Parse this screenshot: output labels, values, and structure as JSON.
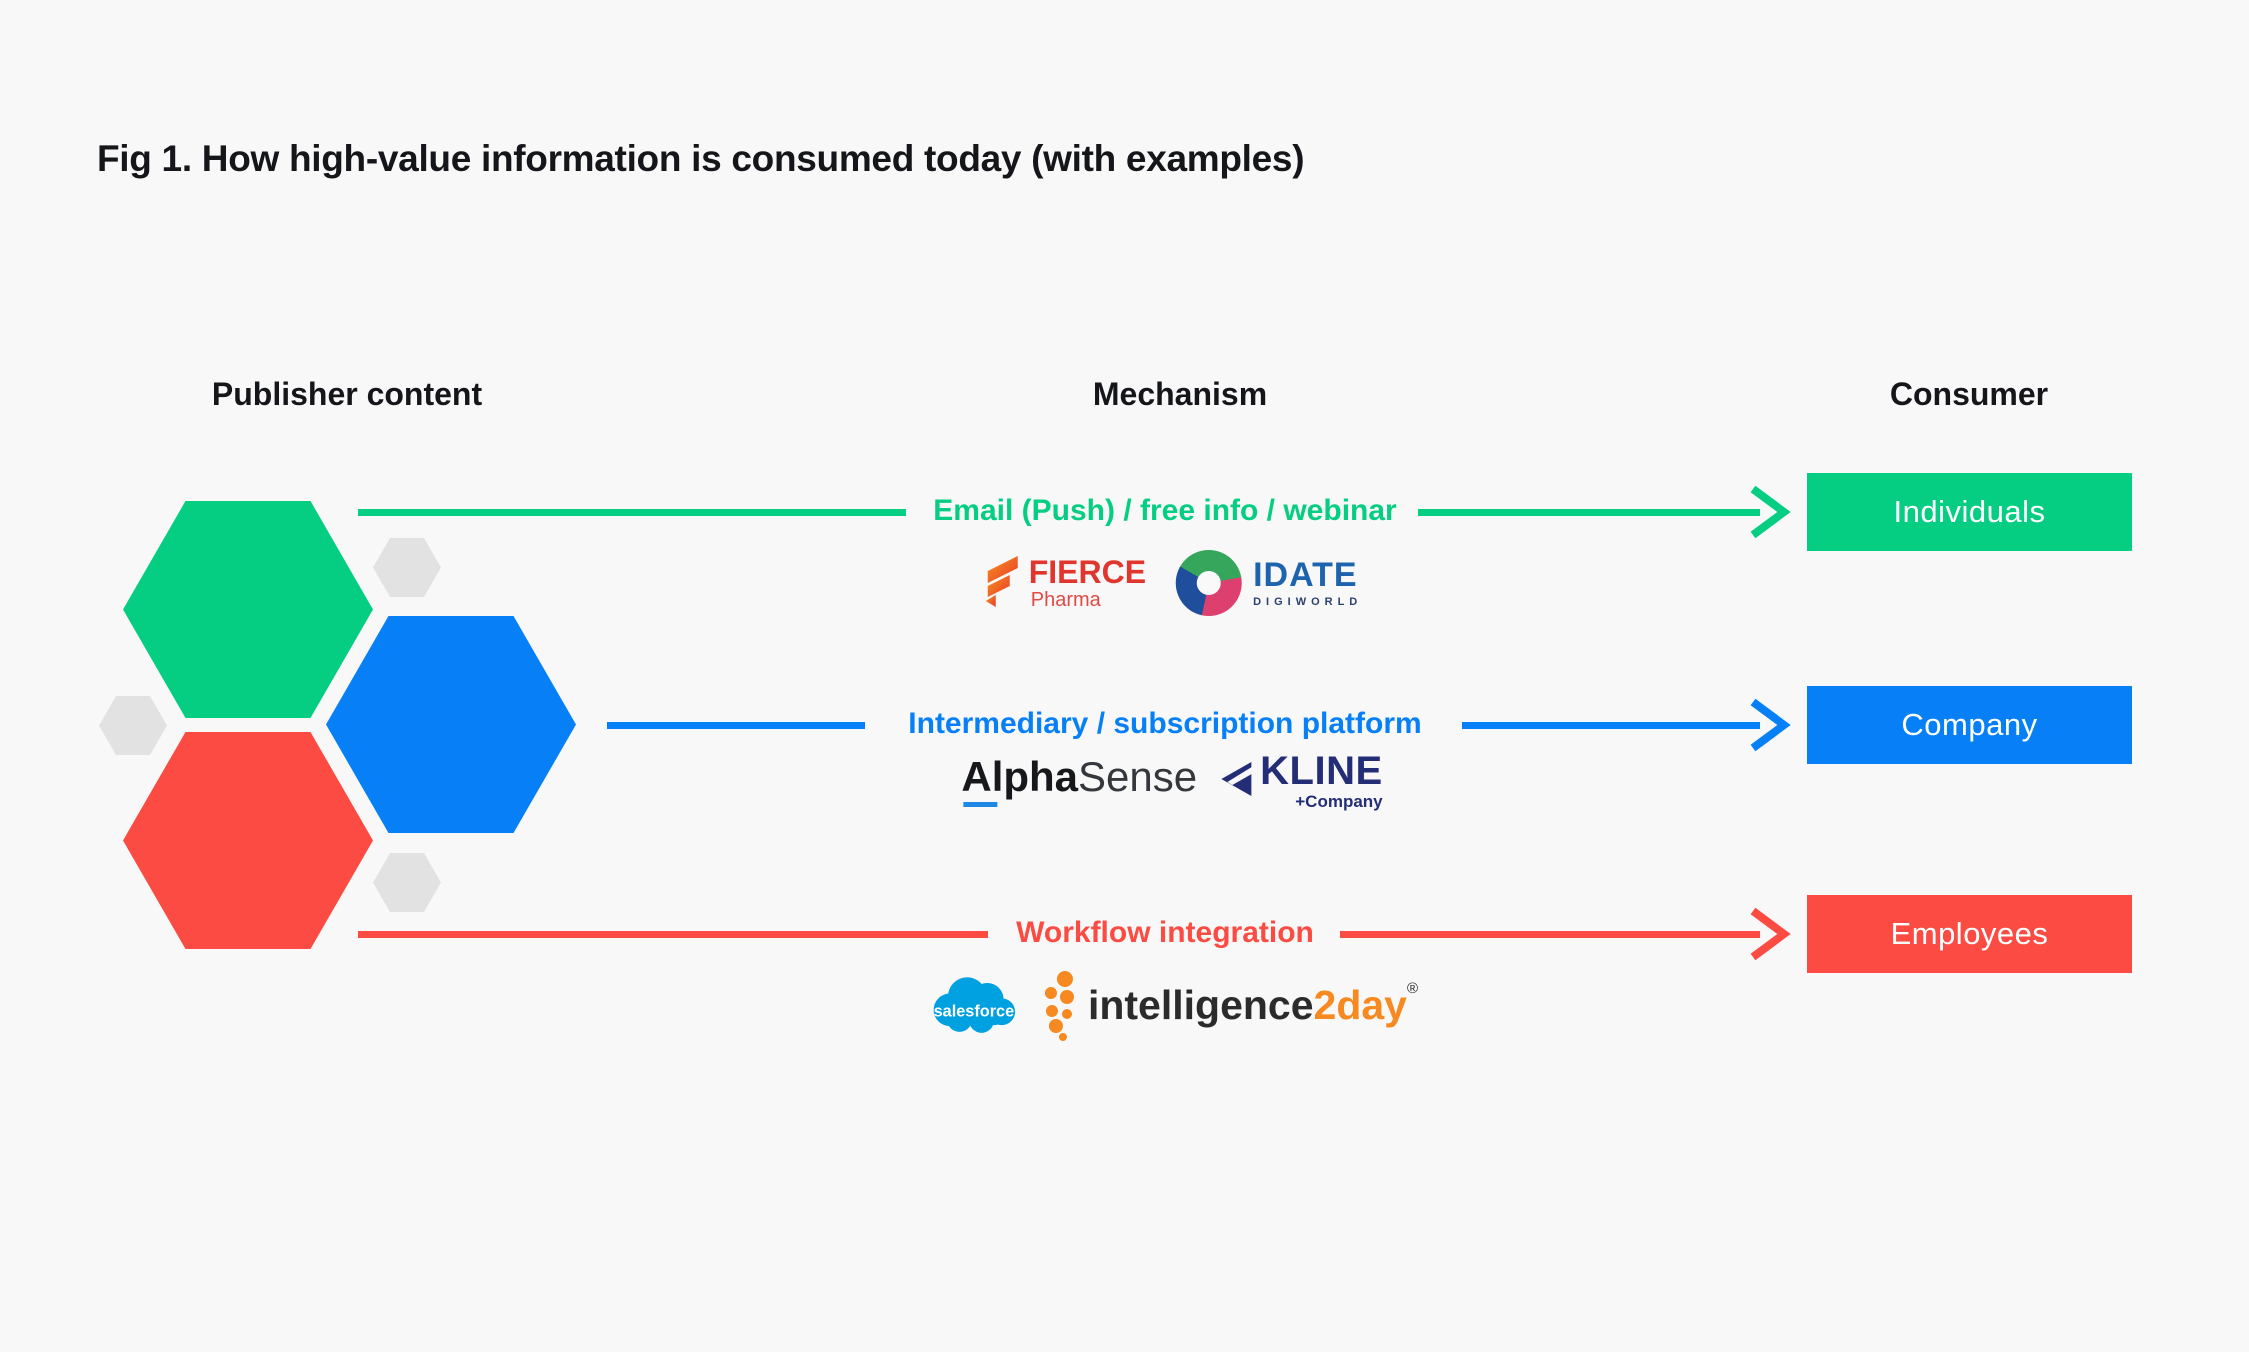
{
  "title": "Fig 1. How high-value information is consumed today (with examples)",
  "columns": {
    "publisher": "Publisher content",
    "mechanism": "Mechanism",
    "consumer": "Consumer"
  },
  "rows": [
    {
      "label": "Email (Push) / free info / webinar",
      "consumer": "Individuals",
      "color": "#05CE83",
      "logos": {
        "fierce": {
          "name": "FIERCE",
          "sub": "Pharma"
        },
        "idate": {
          "name": "IDATE",
          "sub": "DIGIWORLD"
        }
      }
    },
    {
      "label": "Intermediary / subscription platform",
      "consumer": "Company",
      "color": "#0780F7",
      "logos": {
        "alphasense": {
          "part1": "Alpha",
          "part2": "Sense"
        },
        "kline": {
          "name": "KLINE",
          "sub": "+Company"
        }
      }
    },
    {
      "label": "Workflow integration",
      "consumer": "Employees",
      "color": "#FB4B42",
      "logos": {
        "salesforce": {
          "name": "salesforce"
        },
        "intelligence2day": {
          "part1": "intelligence",
          "part2": "2day",
          "mark": "®"
        }
      }
    }
  ],
  "colors": {
    "background": "#F8F8F8",
    "heading_text": "#15161A",
    "row_green": "#05CE83",
    "row_blue": "#0780F7",
    "row_red": "#FB4B42",
    "hex_gray": "#E2E2E2",
    "fierce_red": "#E0362E",
    "idate_blue": "#1E63AE",
    "idate_ring_green": "#35A65B",
    "idate_ring_pink": "#DD3F6E",
    "idate_ring_blue": "#1F4E9C",
    "alphasense_black": "#17181B",
    "alphasense_underline": "#1E88E5",
    "kline_navy": "#232E77",
    "salesforce_blue": "#00A1E0",
    "i2d_orange": "#F6891F",
    "i2d_dark": "#2B2B2B"
  }
}
